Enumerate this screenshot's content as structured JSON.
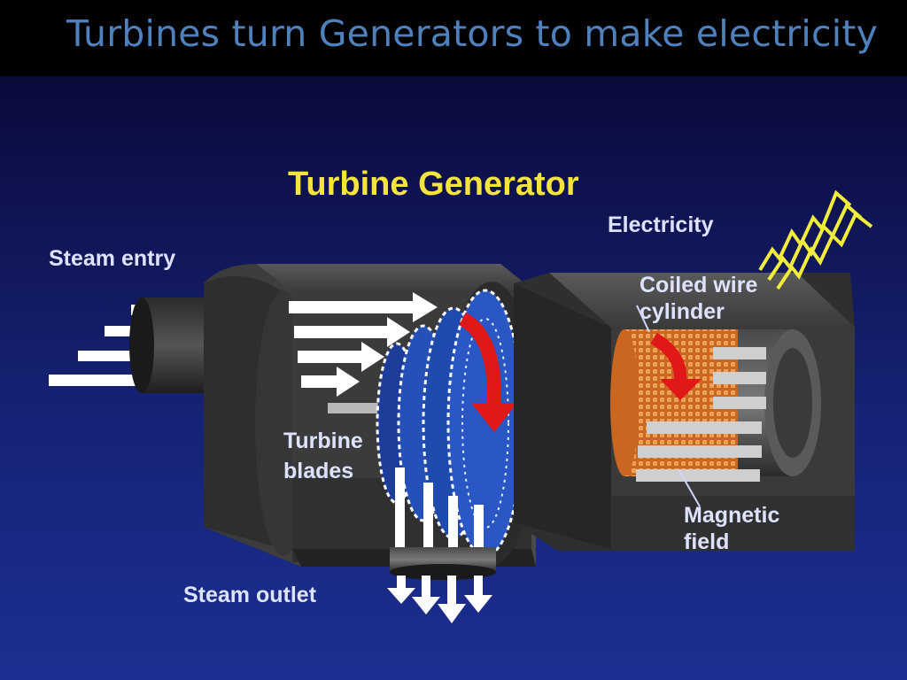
{
  "slide": {
    "title": "Turbines turn Generators to make electricity"
  },
  "diagram": {
    "heading": "Turbine Generator",
    "labels": {
      "steam_entry": "Steam entry",
      "electricity": "Electricity",
      "coiled_wire_1": "Coiled  wire",
      "coiled_wire_2": "cylinder",
      "turbine_blades_1": "Turbine",
      "turbine_blades_2": "blades",
      "magnetic_field_1": "Magnetic",
      "magnetic_field_2": "field",
      "steam_outlet": "Steam outlet"
    },
    "colors": {
      "background_top": "#0a0a3a",
      "background_bottom": "#1c2f92",
      "heading": "#f5e43a",
      "label": "#dde3ff",
      "title": "#4f81bd",
      "rotation_arrow": "#e01818",
      "lightning": "#f2ec3a",
      "coil": "#e48a3c"
    }
  }
}
